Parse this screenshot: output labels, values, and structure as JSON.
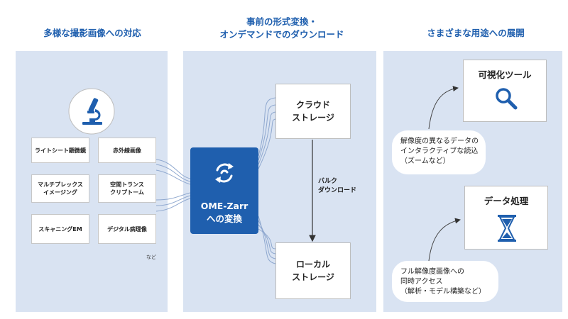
{
  "columns": [
    {
      "title_lines": [
        "多様な撮影画像への対応"
      ]
    },
    {
      "title_lines": [
        "事前の形式変換・",
        "オンデマンドでのダウンロード"
      ]
    },
    {
      "title_lines": [
        "さまざまな用途への展開"
      ]
    }
  ],
  "imaging": {
    "icon": "microscope-icon",
    "modalities": [
      [
        "ライトシート顕微鏡"
      ],
      [
        "赤外線画像"
      ],
      [
        "マルチプレックス",
        "イメージング"
      ],
      [
        "空間トランス",
        "クリプトーム"
      ],
      [
        "スキャニングEM"
      ],
      [
        "デジタル病理像"
      ]
    ],
    "etc": "など"
  },
  "conversion": {
    "icon": "sync-arrows-icon",
    "label_lines": [
      "OME-Zarr",
      "への変換"
    ],
    "cloud": "クラウド\nストレージ",
    "local": "ローカル\nストレージ",
    "bulk_lines": [
      "バルク",
      "ダウンロード"
    ]
  },
  "uses": {
    "viz": {
      "title": "可視化ツール",
      "icon": "magnifier-icon",
      "desc_lines": [
        "解像度の異なるデータの",
        "インタラクティブな読込",
        "（ズームなど）"
      ]
    },
    "proc": {
      "title": "データ処理",
      "icon": "hourglass-icon",
      "desc_lines": [
        "フル解像度画像への",
        "同時アクセス",
        "（解析・モデル構築など）"
      ]
    }
  },
  "colors": {
    "accent": "#1f5fae",
    "panel": "#d9e3f2"
  }
}
